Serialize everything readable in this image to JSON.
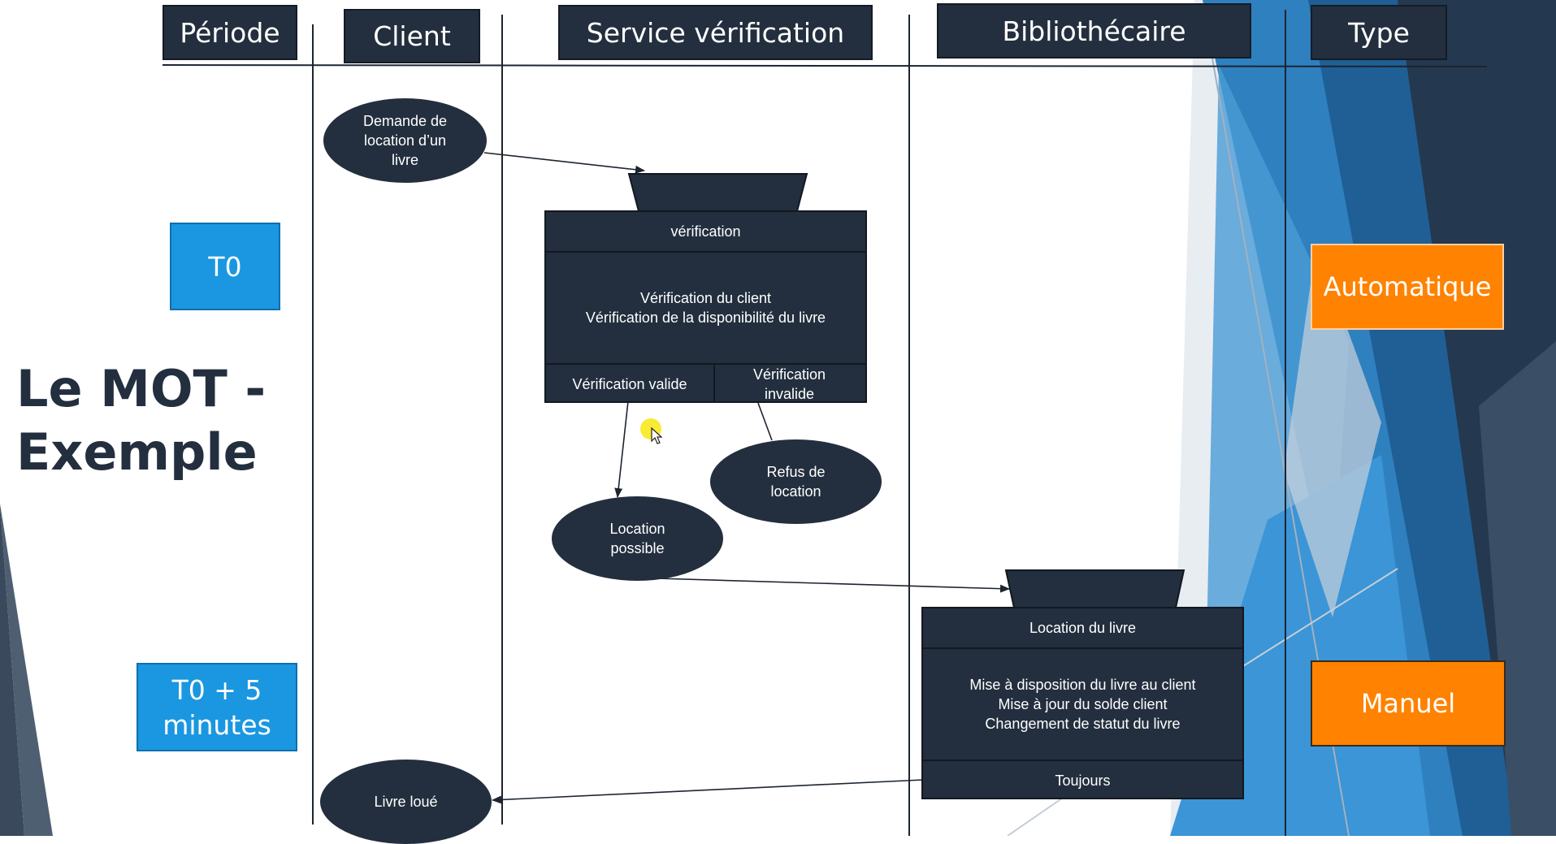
{
  "slide_title": "Le MOT -\nExemple",
  "columns": {
    "periode": "Période",
    "client": "Client",
    "service": "Service vérification",
    "bibliothecaire": "Bibliothécaire",
    "type": "Type"
  },
  "periods": {
    "t0": "T0",
    "t0_5": "T0 + 5\nminutes"
  },
  "types": {
    "auto": "Automatique",
    "manuel": "Manuel"
  },
  "events": {
    "demande": "Demande de\nlocation d’un\nlivre",
    "refus": "Refus de\nlocation",
    "possible": "Location\npossible",
    "loue": "Livre loué"
  },
  "op_verification": {
    "title": "vérification",
    "tasks": "Vérification du client\nVérification de la disponibilité du livre",
    "out_valid": "Vérification valide",
    "out_invalid": "Vérification\ninvalide"
  },
  "op_location": {
    "title": "Location du livre",
    "tasks": "Mise à disposition du livre au client\nMise à jour du solde client\nChangement de statut du livre",
    "out": "Toujours"
  },
  "colors": {
    "dark": "#232f3e",
    "period_blue": "#1a97e0",
    "type_orange": "#ff8200",
    "deco_blue": "#2f80bf"
  }
}
